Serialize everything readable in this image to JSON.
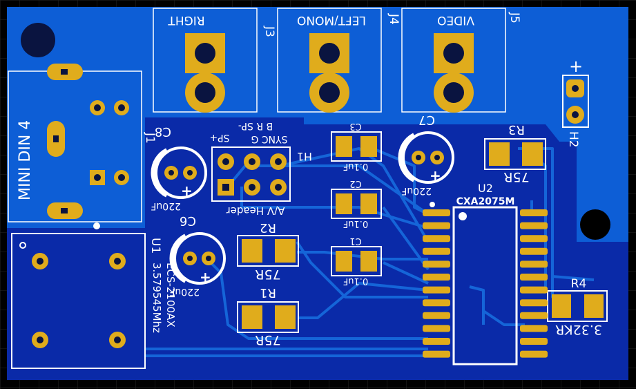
{
  "board": {
    "connectors": {
      "j3": {
        "ref": "J3",
        "label": "RIGHT"
      },
      "j4": {
        "ref": "J4",
        "label": "LEFT/MONO"
      },
      "j5": {
        "ref": "J5",
        "label": "VIDEO"
      },
      "j1": {
        "ref": "J1",
        "label": "MINI DIN 4"
      },
      "h1": {
        "ref": "H1",
        "label": "A/V Header",
        "pins_top": "SYNC G",
        "pins_mid": "B     R     SP-",
        "pins_extra": "SP+"
      },
      "h2": {
        "ref": "H2",
        "plus": "+"
      }
    },
    "capacitors": {
      "c8": {
        "ref": "C8",
        "value": "220uF",
        "plus": "+"
      },
      "c6": {
        "ref": "C6",
        "value": "220uF",
        "plus": "+"
      },
      "c7": {
        "ref": "C7",
        "value": "220uF",
        "plus": "+"
      },
      "c3": {
        "ref": "C3",
        "value": "0.1uF"
      },
      "c2": {
        "ref": "C2",
        "value": "0.1uF"
      },
      "c1": {
        "ref": "C1",
        "value": "0.1uF"
      }
    },
    "resistors": {
      "r1": {
        "ref": "R1",
        "value": "75R"
      },
      "r2": {
        "ref": "R2",
        "value": "75R"
      },
      "r3": {
        "ref": "R3",
        "value": "75R"
      },
      "r4": {
        "ref": "R4",
        "value": "3.32KR"
      }
    },
    "ics": {
      "u1": {
        "ref": "U1",
        "part": "ECS-2100AX",
        "freq": "3.579545Mhz"
      },
      "u2": {
        "ref": "U2",
        "part": "CXA2075M"
      }
    }
  },
  "colors": {
    "background": "#000000",
    "board_dark": "#0a2aa8",
    "copper_pour": "#0d5ed6",
    "trace": "#1565d8",
    "pad": "#e0ac1c",
    "silk": "#ffffff",
    "hole": "#0a1440"
  }
}
